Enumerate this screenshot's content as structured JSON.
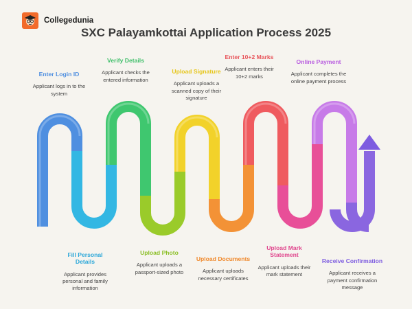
{
  "brand": {
    "name": "Collegedunia"
  },
  "title": "SXC Palayamkottai Application Process 2025",
  "steps_top": [
    {
      "heading": "Enter Login ID",
      "desc": "Applicant logs in to the system",
      "color": "#4f8fe0"
    },
    {
      "heading": "Verify Details",
      "desc": "Applicant checks the entered information",
      "color": "#3fbf6a"
    },
    {
      "heading": "Upload Signature",
      "desc": "Applicant uploads a scanned copy of their signature",
      "color": "#e6c61b"
    },
    {
      "heading": "Enter 10+2 Marks",
      "desc": "Applicant enters their 10+2 marks",
      "color": "#e8545a"
    },
    {
      "heading": "Online Payment",
      "desc": "Applicant completes the online payment process",
      "color": "#b95ee0"
    }
  ],
  "steps_bottom": [
    {
      "heading": "Fill Personal Details",
      "desc": "Applicant provides personal and family information",
      "color": "#2ba7d9"
    },
    {
      "heading": "Upload Photo",
      "desc": "Applicant uploads a passport-sized photo",
      "color": "#8cbf27"
    },
    {
      "heading": "Upload Documents",
      "desc": "Applicant uploads necessary certificates",
      "color": "#f0892c"
    },
    {
      "heading": "Upload Mark Statement",
      "desc": "Applicant uploads their mark statement",
      "color": "#e0488e"
    },
    {
      "heading": "Receive Confirmation",
      "desc": "Applicant receives a payment confirmation message",
      "color": "#7d5ce0"
    }
  ]
}
